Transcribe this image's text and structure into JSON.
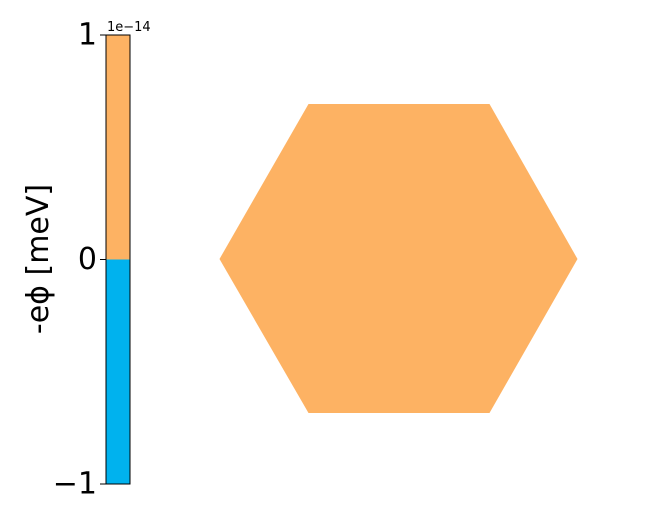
{
  "chart_data": {
    "type": "heatmap",
    "colorbar": {
      "label": "-eϕ [meV]",
      "tick_labels": [
        "1",
        "0",
        "−1"
      ],
      "tick_values": [
        1,
        0,
        -1
      ],
      "offset_text": "1e−14",
      "range": [
        -1,
        1
      ],
      "segments": [
        {
          "from": 0,
          "to": 1,
          "color": "#fdb263"
        },
        {
          "from": -1,
          "to": 0,
          "color": "#00b2ee"
        }
      ]
    },
    "field": {
      "shape": "hexagon",
      "value": 0,
      "color": "#fdb263"
    },
    "grid": false
  }
}
